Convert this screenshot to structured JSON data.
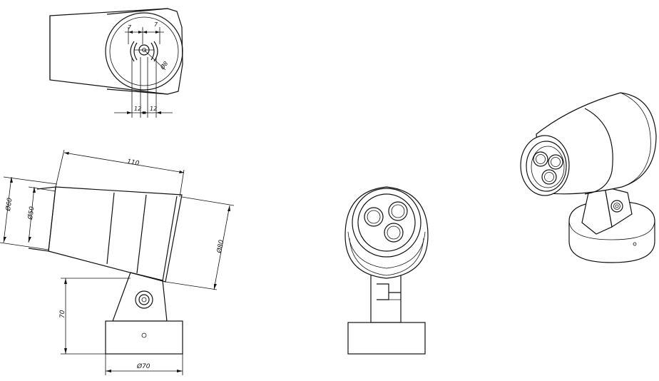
{
  "dimensions": {
    "top_left_gap": "7",
    "top_right_gap": "7",
    "top_diameter": "Ø8",
    "bottom_left": "12",
    "bottom_right": "12",
    "length": "110",
    "diameter_60": "Ø60",
    "diameter_50": "Ø50",
    "diameter_80": "Ø80",
    "height": "70",
    "base_diameter": "Ø70"
  }
}
